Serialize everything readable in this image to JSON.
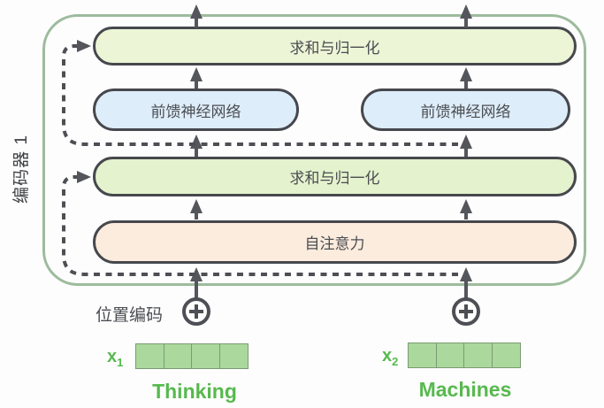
{
  "diagram": {
    "title_semantics": "transformer-encoder-block-diagram",
    "encoder": {
      "label": "编码器 1"
    },
    "blocks": {
      "add_norm_top": {
        "label": "求和与归一化"
      },
      "ffn_left": {
        "label": "前馈神经网络"
      },
      "ffn_right": {
        "label": "前馈神经网络"
      },
      "add_norm_mid": {
        "label": "求和与归一化"
      },
      "self_attention": {
        "label": "自注意力"
      }
    },
    "positional_encoding": {
      "label": "位置编码",
      "operator": "+"
    },
    "tokens": [
      {
        "symbol": "x",
        "subscript": "1",
        "word": "Thinking",
        "cells": 4
      },
      {
        "symbol": "x",
        "subscript": "2",
        "word": "Machines",
        "cells": 4
      }
    ],
    "colors": {
      "add_norm_fill_top": "#ecf5d6",
      "add_norm_fill_mid": "#e4f2cd",
      "ffn_fill": "#ddedf9",
      "self_attention_fill": "#fcecdd",
      "block_border": "#46484d",
      "encoder_border": "#9dbb9d",
      "arrow": "#54565b",
      "residual_dash": "#4d4f54",
      "token_green": "#57b94e",
      "cell_fill": "#abd89d",
      "cell_border": "#7c9b74",
      "text_dark": "#4b4d52"
    }
  }
}
